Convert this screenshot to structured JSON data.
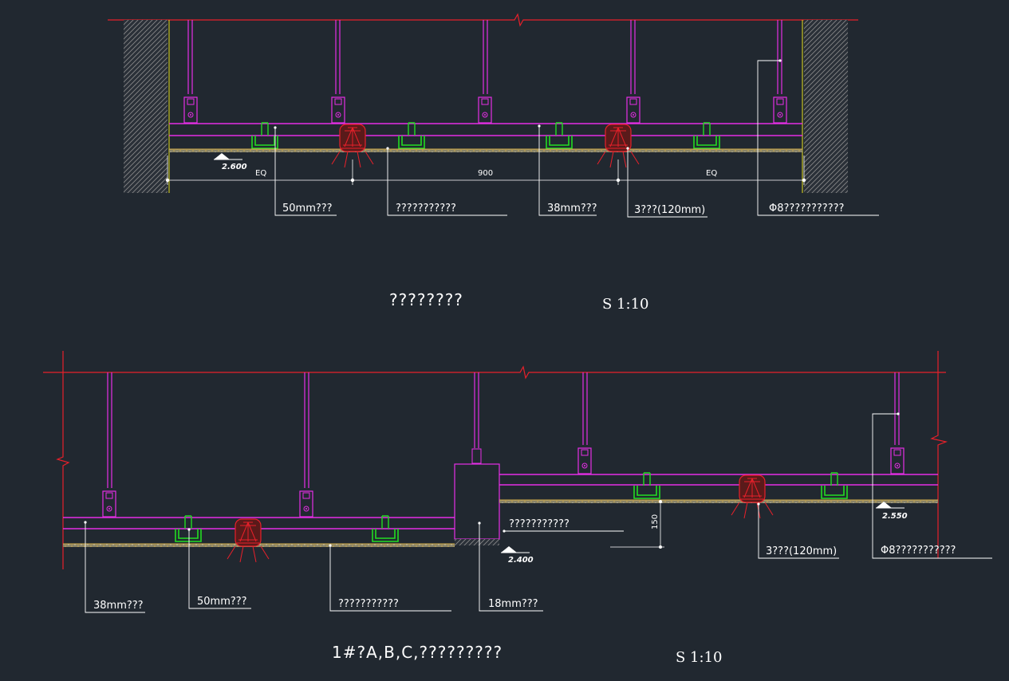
{
  "colors": {
    "background": "#212830",
    "slab": "#e8202a",
    "pipe": "#e62ee6",
    "channel": "#22dd22",
    "lamp": "#e8202a",
    "board": "#d8b04a",
    "leader": "#ffffff",
    "wall": "#8a8a8a"
  },
  "icons": {
    "level_marker": "triangle-icon",
    "hanger": "hanger-clip-icon",
    "lamp": "downlight-icon"
  },
  "section1": {
    "title": "????????",
    "scale": "S  1:10",
    "level": "2.600",
    "dims": {
      "eq_left": "EQ",
      "middle": "900",
      "eq_right": "EQ"
    },
    "labels": [
      "50mm???",
      "???????????",
      "38mm???",
      "3???(120mm)",
      "Φ8???????????"
    ]
  },
  "section2": {
    "title": "1#?A,B,C,?????????",
    "scale": "S  1:10",
    "level_low": "2.400",
    "level_high": "2.550",
    "dim_vertical": "150",
    "labels": [
      "38mm???",
      "50mm???",
      "???????????",
      "18mm???",
      "???????????",
      "3???(120mm)",
      "Φ8???????????"
    ]
  }
}
